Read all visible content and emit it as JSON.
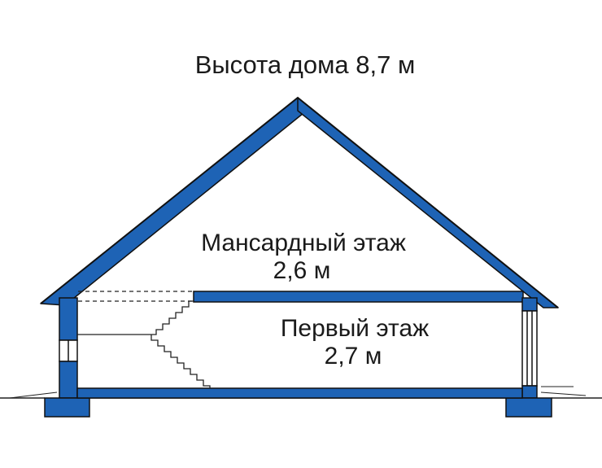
{
  "title": "Высота дома 8,7 м",
  "attic": {
    "name": "Мансардный этаж",
    "height": "2,6 м"
  },
  "first_floor": {
    "name": "Первый этаж",
    "height": "2,7 м"
  },
  "colors": {
    "structure_fill": "#1e63b5",
    "outline": "#111111",
    "background": "#ffffff"
  }
}
